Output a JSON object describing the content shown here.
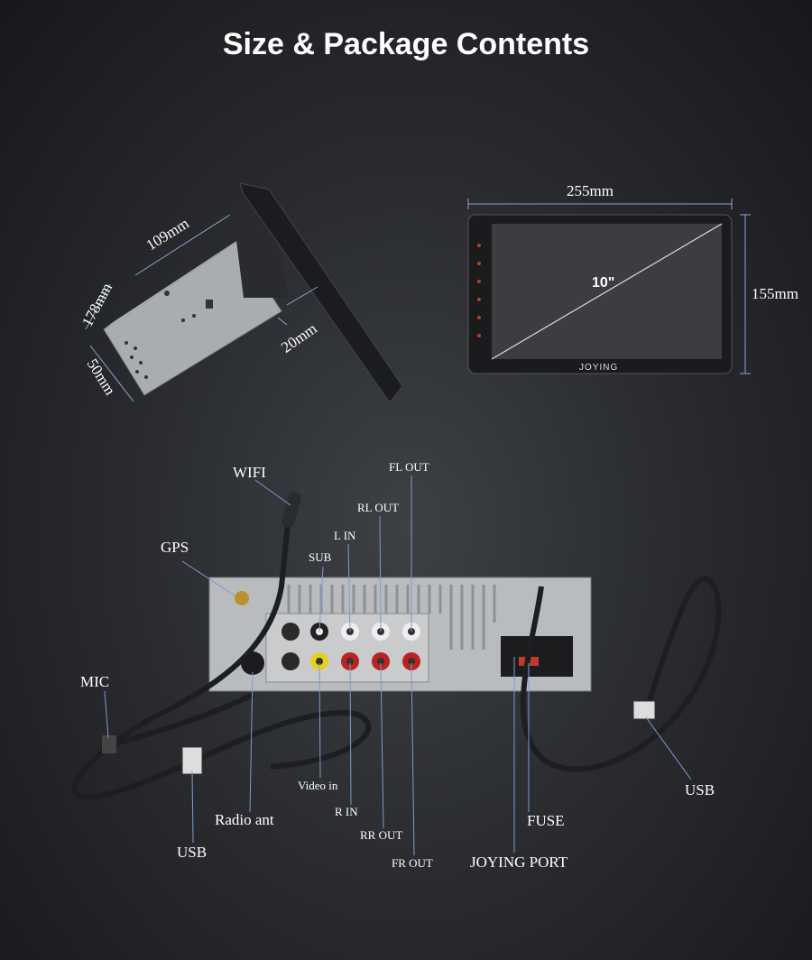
{
  "title": "Size & Package Contents",
  "dimensions": {
    "depth": "109mm",
    "width_side": "178mm",
    "height_side": "50mm",
    "screen_thickness": "20mm",
    "screen_width": "255mm",
    "screen_height": "155mm",
    "diagonal": "10\"",
    "brand": "JOYING"
  },
  "ports": {
    "wifi": "WIFI",
    "gps": "GPS",
    "sub": "SUB",
    "l_in": "L IN",
    "rl_out": "RL OUT",
    "fl_out": "FL OUT",
    "mic": "MIC",
    "video_in": "Video in",
    "r_in": "R IN",
    "radio_ant": "Radio ant",
    "usb_left": "USB",
    "rr_out": "RR OUT",
    "fr_out": "FR OUT",
    "fuse": "FUSE",
    "joying_port": "JOYING PORT",
    "usb_right": "USB"
  },
  "colors": {
    "leader": "#7a9cd0",
    "chassis": "#b9bcbf"
  }
}
